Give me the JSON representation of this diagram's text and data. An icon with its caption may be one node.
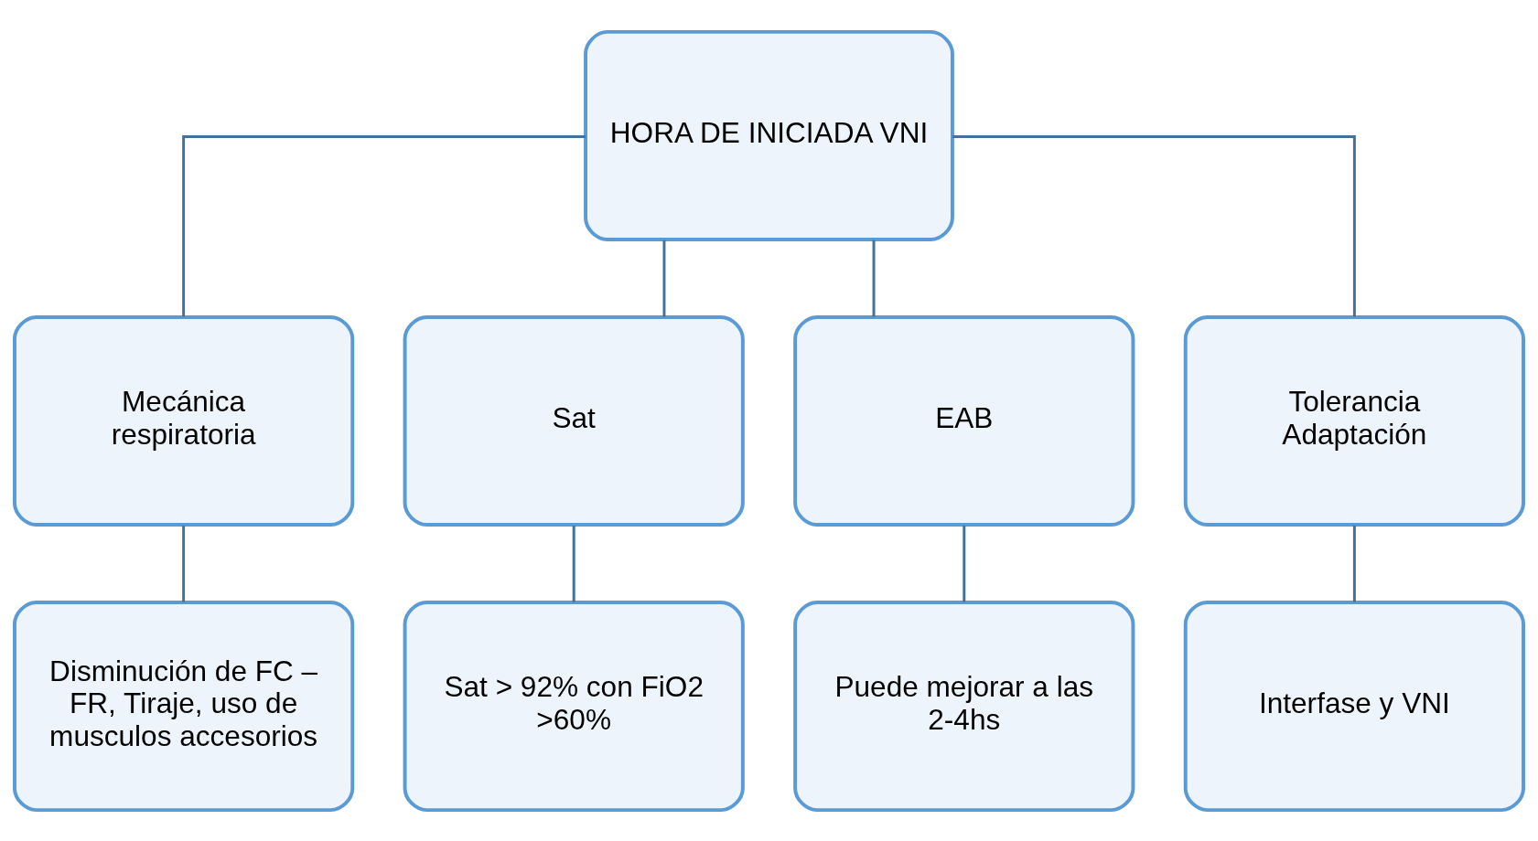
{
  "diagram": {
    "nodes": [
      {
        "text": [
          "HORA DE INICIADA VNI"
        ]
      },
      {
        "text": [
          "Mecánica respiratoria"
        ]
      },
      {
        "text": [
          "Sat"
        ]
      },
      {
        "text": [
          "EAB"
        ]
      },
      {
        "text": [
          "Tolerancia Adaptación"
        ]
      },
      {
        "text": [
          "Disminución de FC – FR, Tiraje, uso de musculos accesorios"
        ]
      },
      {
        "text": [
          "Sat > 92% con FiO2 >60%"
        ]
      },
      {
        "text": [
          "Puede mejorar a las 2-4hs"
        ]
      },
      {
        "text": [
          "Interfase y VNI"
        ]
      }
    ],
    "edges": [
      {
        "from": 0,
        "to": 1,
        "arrow": "none"
      },
      {
        "from": 0,
        "to": 2,
        "arrow": "none"
      },
      {
        "from": 0,
        "to": 3,
        "arrow": "none"
      },
      {
        "from": 0,
        "to": 4,
        "arrow": "none"
      },
      {
        "from": 1,
        "to": 5,
        "arrow": "none"
      },
      {
        "from": 2,
        "to": 6,
        "arrow": "none"
      },
      {
        "from": 3,
        "to": 7,
        "arrow": "none"
      },
      {
        "from": 4,
        "to": 8,
        "arrow": "none"
      }
    ]
  }
}
